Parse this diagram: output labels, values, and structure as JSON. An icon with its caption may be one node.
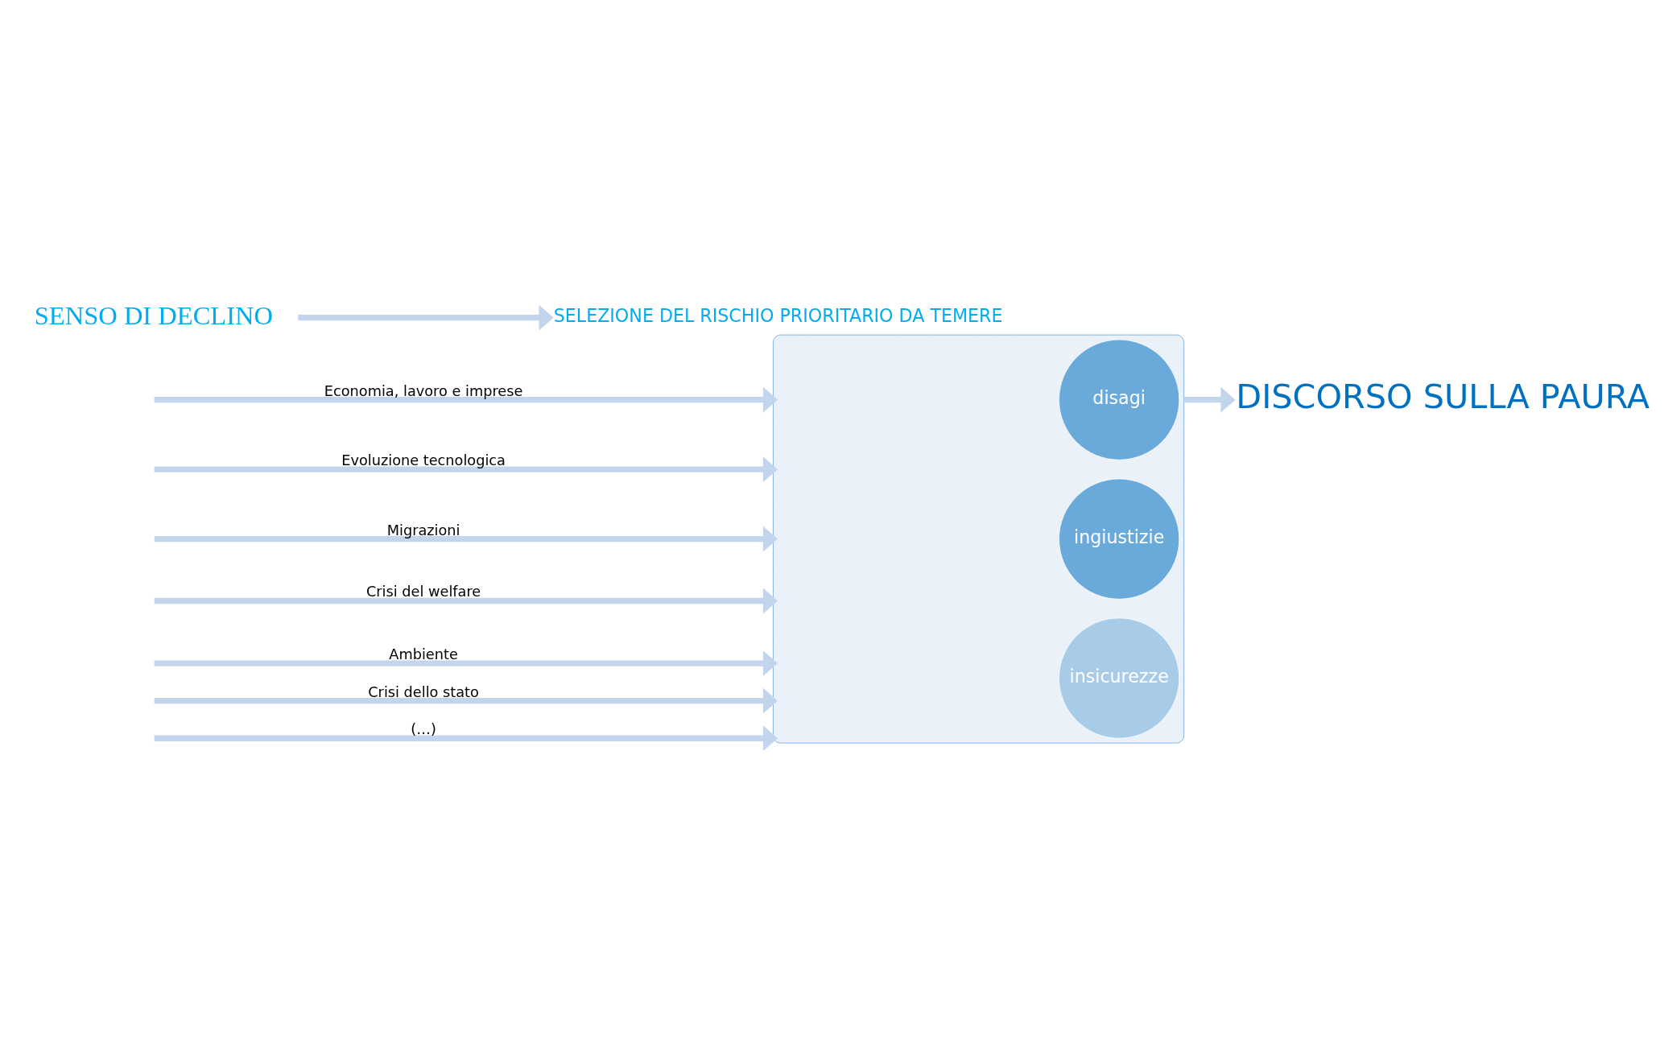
{
  "diagram": {
    "nodes": [
      {
        "text": [],
        "shape": "funnel"
      },
      {
        "text": [
          "disagi"
        ],
        "in": 0
      },
      {
        "text": [
          "ingiustizie"
        ],
        "in": 0
      },
      {
        "text": [
          "insicurezze"
        ],
        "in": 0
      },
      {
        "text": [
          "SENSO DI DECLINO"
        ]
      },
      {
        "text": [
          "SELEZIONE DEL RISCHIO PRIORITARIO DA TEMERE"
        ]
      },
      {
        "text": [
          "DISCORSO SULLA PAURA"
        ]
      }
    ],
    "edges": [
      {
        "from": null,
        "to": 0,
        "arrow": "to",
        "label": "Economia, lavoro e imprese"
      },
      {
        "from": null,
        "to": 0,
        "arrow": "to",
        "label": "Evoluzione tecnologica"
      },
      {
        "from": null,
        "to": 0,
        "arrow": "to",
        "label": "Migrazioni"
      },
      {
        "from": null,
        "to": 0,
        "arrow": "to",
        "label": "Crisi del welfare"
      },
      {
        "from": null,
        "to": 0,
        "arrow": "to",
        "label": "Ambiente"
      },
      {
        "from": null,
        "to": 0,
        "arrow": "to",
        "label": "Crisi dello stato"
      },
      {
        "from": null,
        "to": 0,
        "arrow": "to",
        "label": "(…)"
      },
      {
        "from": 4,
        "to": 5,
        "arrow": "to"
      },
      {
        "from": 0,
        "to": 6,
        "arrow": "to"
      }
    ]
  }
}
